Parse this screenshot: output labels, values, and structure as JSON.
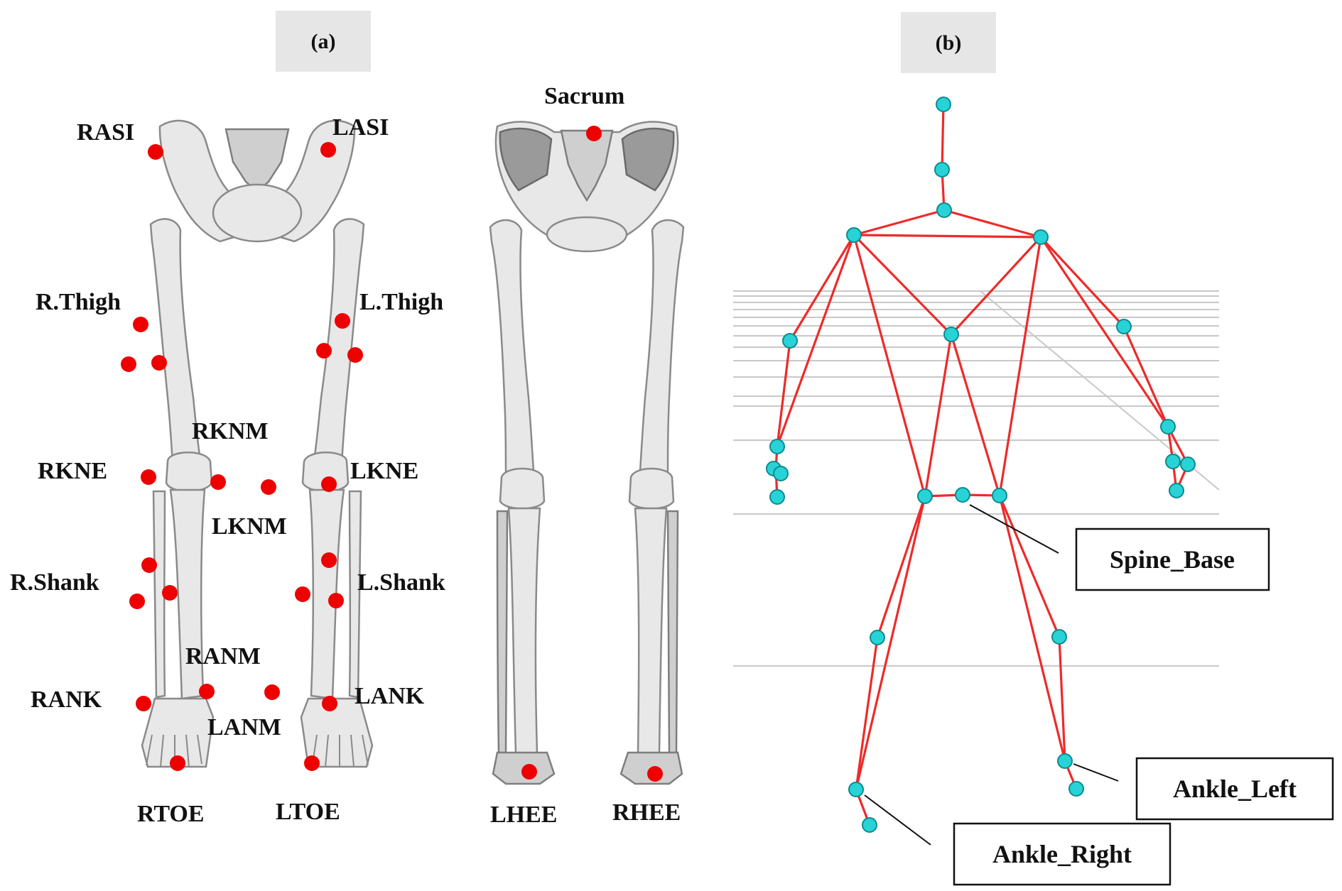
{
  "panel_a": {
    "label": "(a)",
    "anterior_markers": {
      "RASI": "RASI",
      "LASI": "LASI",
      "R_Thigh": "R.Thigh",
      "L_Thigh": "L.Thigh",
      "RKNM": "RKNM",
      "RKNE": "RKNE",
      "LKNE": "LKNE",
      "LKNM": "LKNM",
      "R_Shank": "R.Shank",
      "L_Shank": "L.Shank",
      "RANM": "RANM",
      "RANK": "RANK",
      "LANK": "LANK",
      "LANM": "LANM",
      "RTOE": "RTOE",
      "LTOE": "LTOE"
    },
    "posterior_markers": {
      "Sacrum": "Sacrum",
      "LHEE": "LHEE",
      "RHEE": "RHEE"
    },
    "colors": {
      "marker": "#ee0000",
      "bone": "#e8e8e8"
    }
  },
  "panel_b": {
    "label": "(b)",
    "callouts": {
      "spine_base": "Spine_Base",
      "ankle_left": "Ankle_Left",
      "ankle_right": "Ankle_Right"
    },
    "colors": {
      "bone_segment": "#ee2a2a",
      "joint": "#27d3d6",
      "floor_grid": "#c8c8c8"
    }
  }
}
